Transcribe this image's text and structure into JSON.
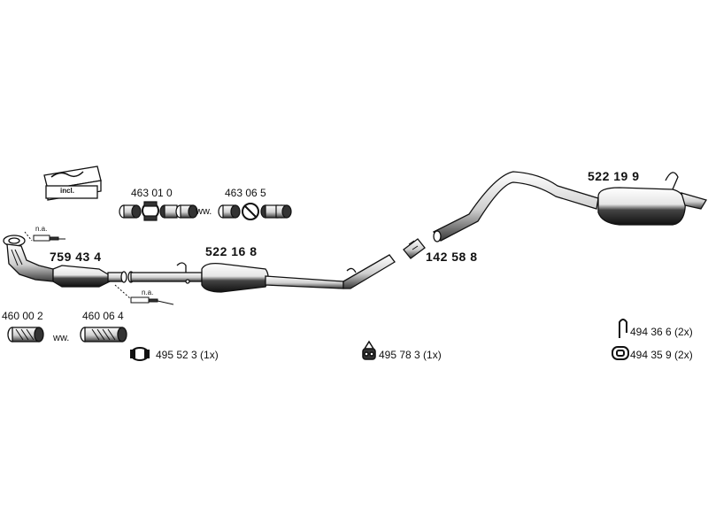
{
  "parts": {
    "kit_label": "incl.",
    "clamp_a": "463 01 0",
    "clamp_a_ww": "ww.",
    "clamp_b": "463 06 5",
    "catalyst": "759 43 4",
    "front_pipe": "460 00 2",
    "front_pipe_ww": "ww.",
    "front_pipe_alt": "460 06 4",
    "sensor_na_upper": "n.a.",
    "sensor_na_lower": "n.a.",
    "middle_silencer": "522 16 8",
    "rear_silencer": "522 19 9",
    "connector": "142 58 8",
    "clamp_c": "495 52 3  (1x)",
    "mount_a": "495 78 3 (1x)",
    "hanger_a": "494 36 6 (2x)",
    "hanger_b": "494 35 9 (2x)"
  },
  "colors": {
    "line": "#111111",
    "fill": "#ffffff",
    "shade": "#333333"
  }
}
